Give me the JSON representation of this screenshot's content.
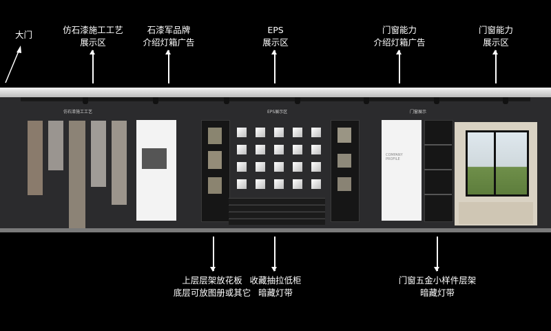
{
  "top_labels": [
    {
      "lines": [
        "大门"
      ]
    },
    {
      "lines": [
        "仿石漆施工工艺",
        "展示区"
      ]
    },
    {
      "lines": [
        "石漆军品牌",
        "介绍灯箱广告"
      ]
    },
    {
      "lines": [
        "EPS",
        "展示区"
      ]
    },
    {
      "lines": [
        "门窗能力",
        "介绍灯箱广告"
      ]
    },
    {
      "lines": [
        "门窗能力",
        "展示区"
      ]
    }
  ],
  "bottom_labels": [
    {
      "lines": [
        "上层层架放花板",
        "底层可放图册或其它"
      ]
    },
    {
      "lines": [
        "收藏抽拉低柜",
        "暗藏灯带"
      ]
    },
    {
      "lines": [
        "门窗五金小样件层架",
        "暗藏灯带"
      ]
    }
  ],
  "wall_signs": {
    "stone_area": "仿石漆施工工艺",
    "eps_area": "EPS展示区",
    "window_area": "门窗展示",
    "company_profile": "COMPANY PROFILE"
  },
  "colors": {
    "background": "#000000",
    "wall": "#2b2b2d",
    "text": "#ffffff"
  }
}
